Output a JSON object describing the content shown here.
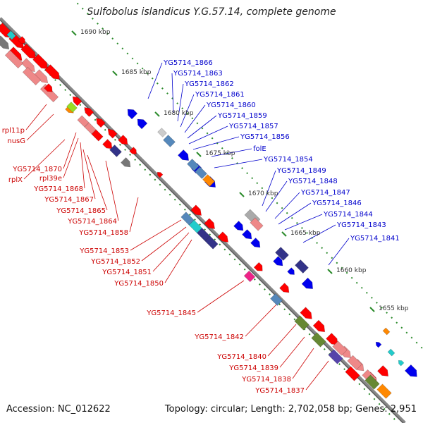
{
  "title": "Sulfobolus islandicus Y.G.57.14, complete genome",
  "footer": {
    "accession": "Accession: NC_012622",
    "summary": "Topology: circular; Length: 2,702,058 bp; Genes: 2,951"
  },
  "colors": {
    "backbone": "#888888",
    "tick": "#2a8a2a",
    "label_upper": "#0000cc",
    "label_lower": "#cc0000",
    "gene_red": "#ff0000",
    "gene_pink": "#ee8888",
    "gene_blue": "#0000ee",
    "gene_steel": "#5588bb",
    "gene_navy": "#333388",
    "gene_gray": "#777777",
    "gene_orange": "#ff8800"
  },
  "scale_labels": [
    "1690 kbp",
    "1685 kbp",
    "1680 kbp",
    "1675 kbp",
    "1670 kbp",
    "1665 kbp",
    "1660 kbp",
    "1655 kbp"
  ],
  "upper_genes": [
    "YG5714_1866",
    "YG5714_1863",
    "YG5714_1862",
    "YG5714_1861",
    "YG5714_1860",
    "YG5714_1859",
    "YG5714_1857",
    "YG5714_1856",
    "folE",
    "YG5714_1854",
    "YG5714_1849",
    "YG5714_1848",
    "YG5714_1847",
    "YG5714_1846",
    "YG5714_1844",
    "YG5714_1843",
    "YG5714_1841"
  ],
  "lower_genes": [
    "rpl11p",
    "nusG",
    "YG5714_1870",
    "rpl39e",
    "rplX",
    "YG5714_1868",
    "YG5714_1867",
    "YG5714_1865",
    "YG5714_1864",
    "YG5714_1858",
    "YG5714_1853",
    "YG5714_1852",
    "YG5714_1851",
    "YG5714_1850",
    "YG5714_1845",
    "YG5714_1842",
    "YG5714_1840",
    "YG5714_1839",
    "YG5714_1838",
    "YG5714_1837"
  ]
}
